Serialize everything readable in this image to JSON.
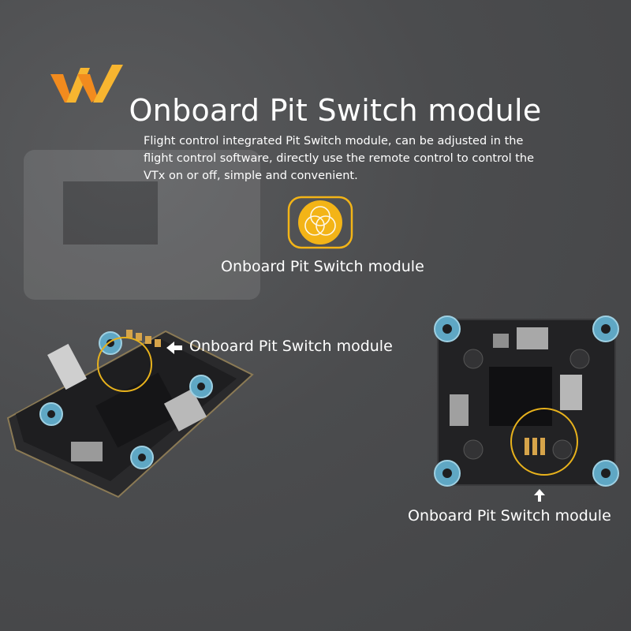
{
  "logo": {
    "icon": "brand-w-logo-icon",
    "colors": [
      "#f28b1e",
      "#f7b530"
    ]
  },
  "header": {
    "title": "Onboard Pit Switch module",
    "description": "Flight control integrated Pit Switch module, can be adjusted in the flight control software, directly use the remote control to control the VTx on or off, simple and convenient."
  },
  "feature_icon": {
    "icon": "three-circles-venn-icon",
    "color": "#f3b417",
    "label": "Onboard Pit Switch module"
  },
  "board_left": {
    "callout": "Onboard Pit Switch module",
    "arrow": "arrow-left-icon"
  },
  "board_right": {
    "callout": "Onboard Pit Switch module",
    "arrow": "arrow-up-icon"
  },
  "colors": {
    "background": "#4a4b4d",
    "text": "#ffffff",
    "highlight_circle": "#e8b21c",
    "grommet": "#5fa7c4"
  }
}
